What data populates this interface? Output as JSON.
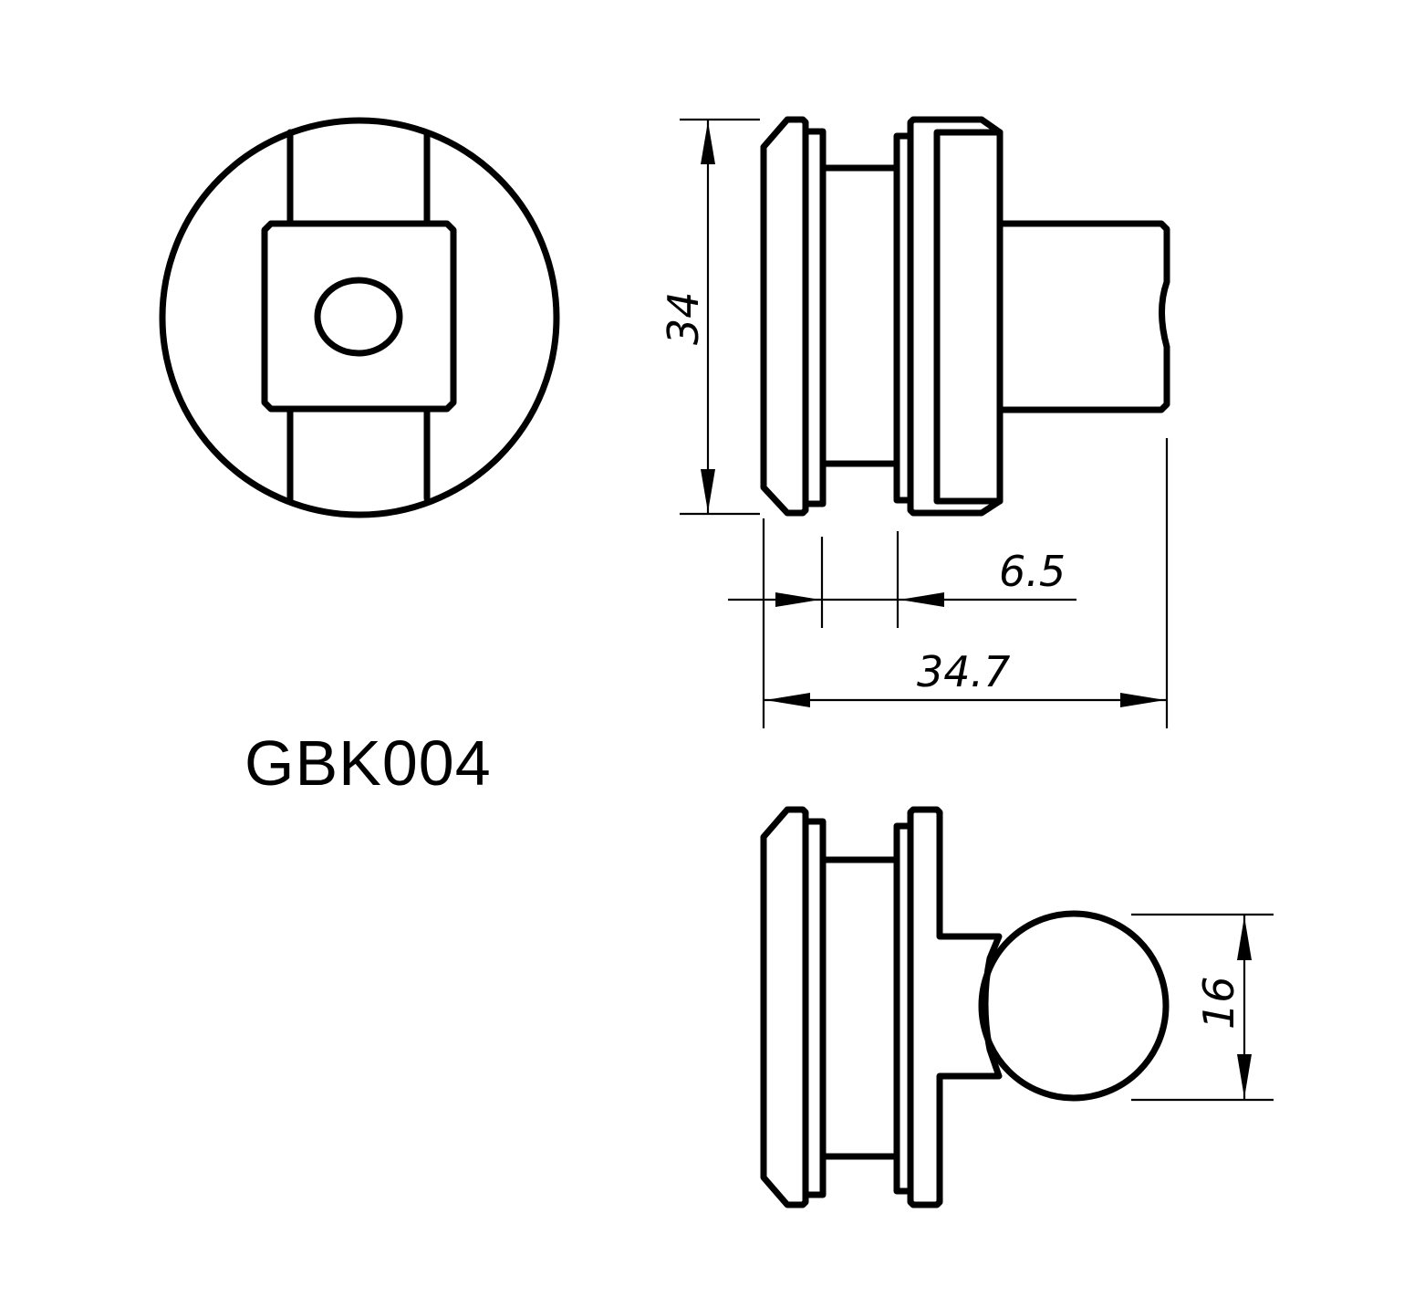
{
  "drawing": {
    "part_code": "GBK004",
    "line_color": "#000000",
    "background": "#ffffff"
  },
  "views": [
    {
      "name": "front-view",
      "description": "circular face with square clamp plate and oval center hole"
    },
    {
      "name": "side-view-top",
      "description": "profile with square shaft extension"
    },
    {
      "name": "side-view-bottom",
      "description": "profile with round 16 mm ball/rod"
    }
  ],
  "dimensions": {
    "height": "34",
    "gap": "6.5",
    "overall_length": "34.7",
    "rod_diameter": "16"
  }
}
